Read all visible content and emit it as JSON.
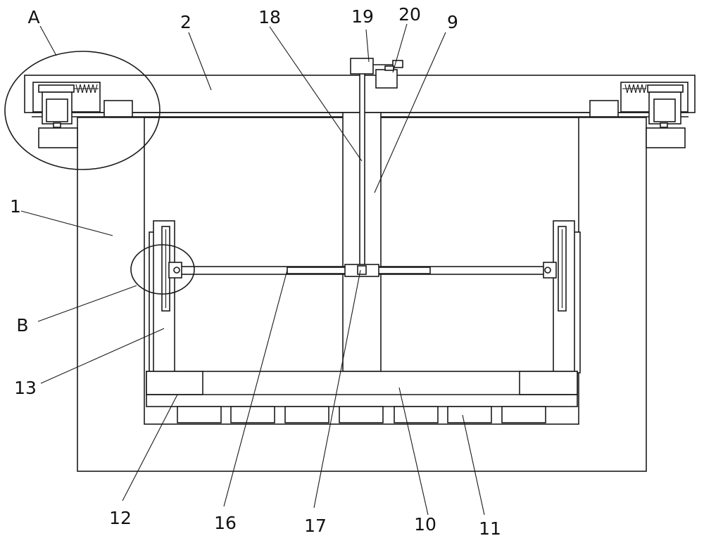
{
  "callouts": {
    "A": "A",
    "B": "B",
    "c1": "1",
    "c2": "2",
    "c9": "9",
    "c10": "10",
    "c11": "11",
    "c12": "12",
    "c13": "13",
    "c16": "16",
    "c17": "17",
    "c18": "18",
    "c19": "19",
    "c20": "20"
  },
  "colors": {
    "line": "#1a1a1a",
    "background": "#ffffff"
  }
}
